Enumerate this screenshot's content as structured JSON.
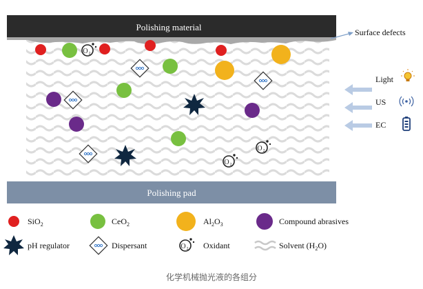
{
  "top_plate": {
    "label": "Polishing material",
    "color": "#2b2b2b"
  },
  "surface_defects_label": "Surface defects",
  "bottom_plate": {
    "label": "Polishing pad",
    "color": "#7d8fa6"
  },
  "side_inputs": [
    {
      "label": "Light",
      "icon": "bulb-icon"
    },
    {
      "label": "US",
      "icon": "ultrasound-icon"
    },
    {
      "label": "EC",
      "icon": "battery-icon"
    }
  ],
  "colors": {
    "sio2": "#e02020",
    "ceo2": "#78c040",
    "al2o3": "#f2b21c",
    "compound": "#6a2a8a",
    "ph_star": "#0f2740",
    "arrow": "#b9cbe4",
    "wave": "#d7d7d7"
  },
  "legend": {
    "sio2": {
      "text": "SiO",
      "sub": "2"
    },
    "ceo2": {
      "text": "CeO",
      "sub": "2"
    },
    "al2o3": {
      "t1": "Al",
      "s1": "2",
      "t2": "O",
      "s2": "3"
    },
    "compound": "Compound abrasives",
    "ph": "pH regulator",
    "dispersant": "Dispersant",
    "oxidant": "Oxidant",
    "solvent": {
      "t1": "Solvent (H",
      "s1": "2",
      "t2": "O)"
    }
  },
  "oxidant_symbol": {
    "text": "O",
    "sub": "2"
  },
  "caption": "化学机械抛光液的各组分"
}
